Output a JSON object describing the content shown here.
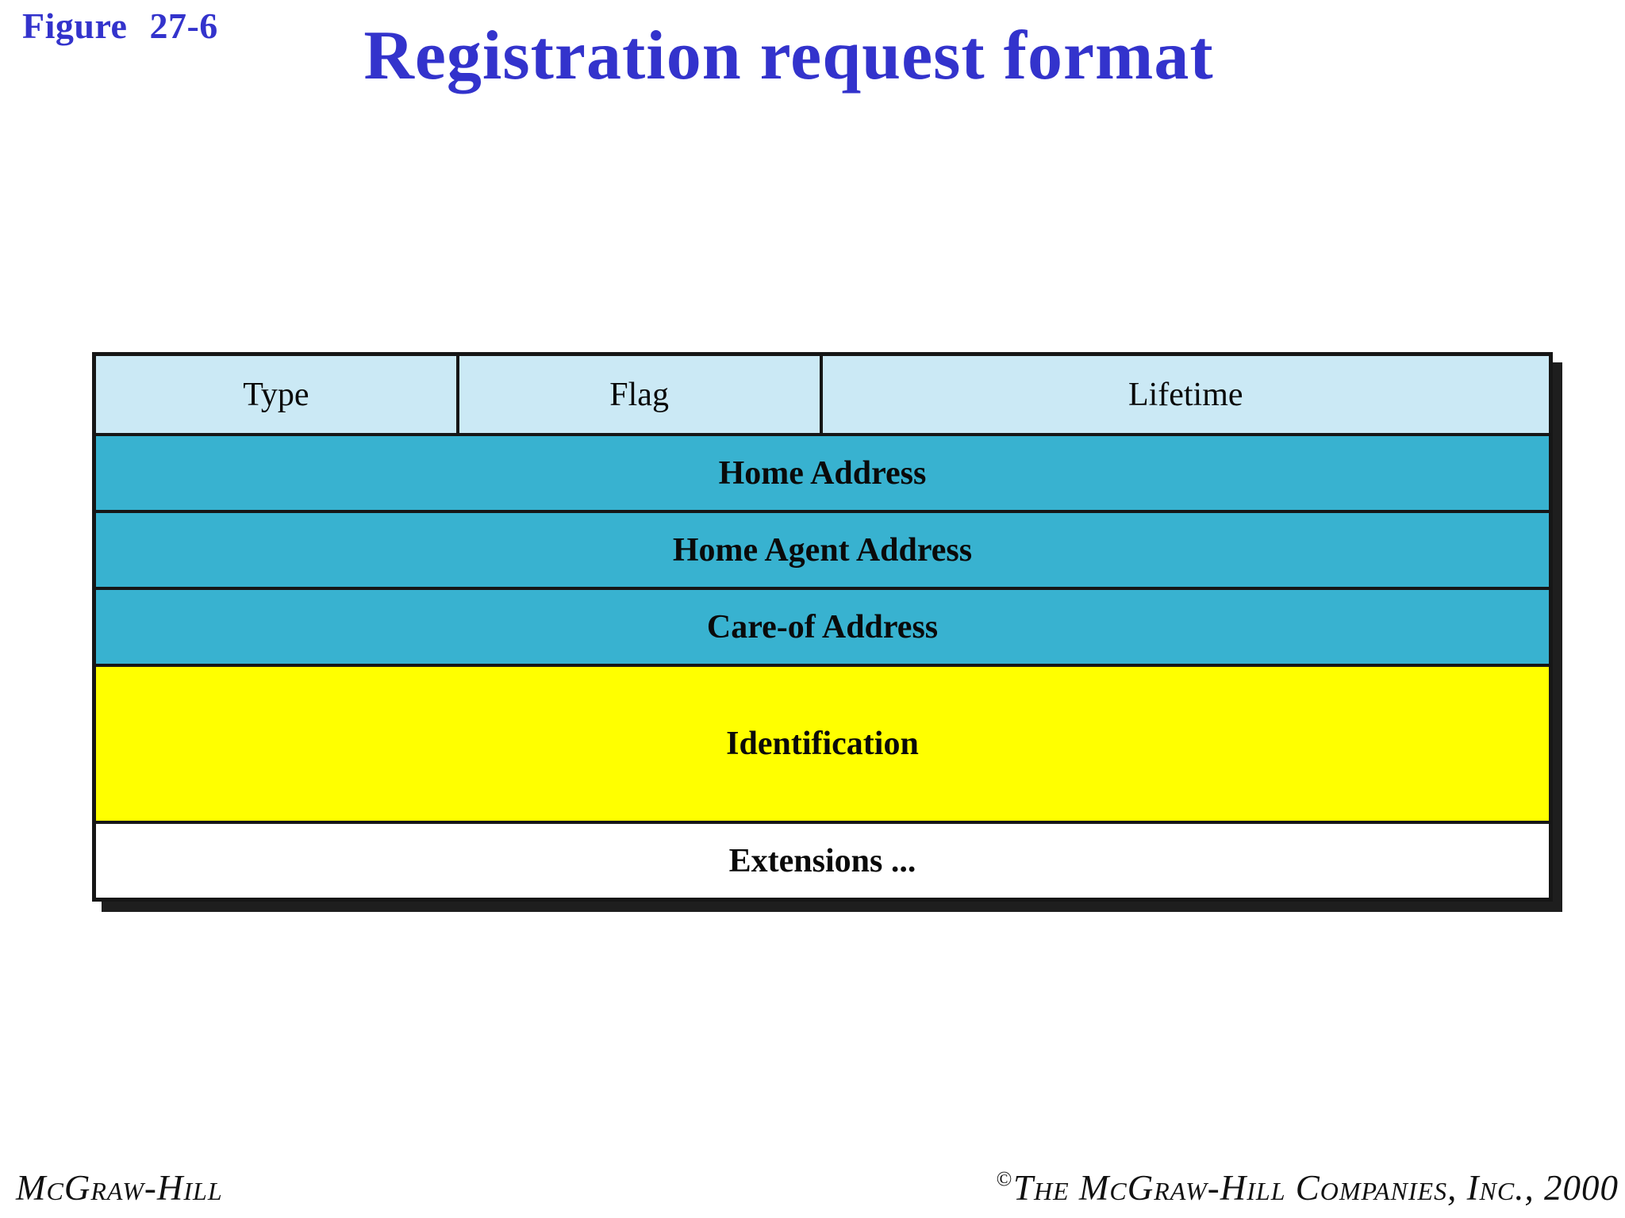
{
  "page": {
    "figure_label": "Figure 27-6",
    "title": "Registration request format",
    "title_color": "#3333cc"
  },
  "diagram": {
    "header_cells": [
      {
        "label": "Type"
      },
      {
        "label": "Flag"
      },
      {
        "label": "Lifetime"
      }
    ],
    "rows": [
      {
        "label": "Home Address"
      },
      {
        "label": "Home Agent Address"
      },
      {
        "label": "Care-of Address"
      },
      {
        "label": "Identification"
      },
      {
        "label": "Extensions ..."
      }
    ],
    "colors": {
      "header_bg": "#cbe9f5",
      "address_bg": "#38b2d0",
      "identification_bg": "#ffff00",
      "extensions_bg": "#ffffff",
      "border": "#161616"
    }
  },
  "footer": {
    "publisher": "McGraw-Hill",
    "copyright_symbol": "©",
    "copyright_text": "The McGraw-Hill Companies, Inc., 2000"
  }
}
